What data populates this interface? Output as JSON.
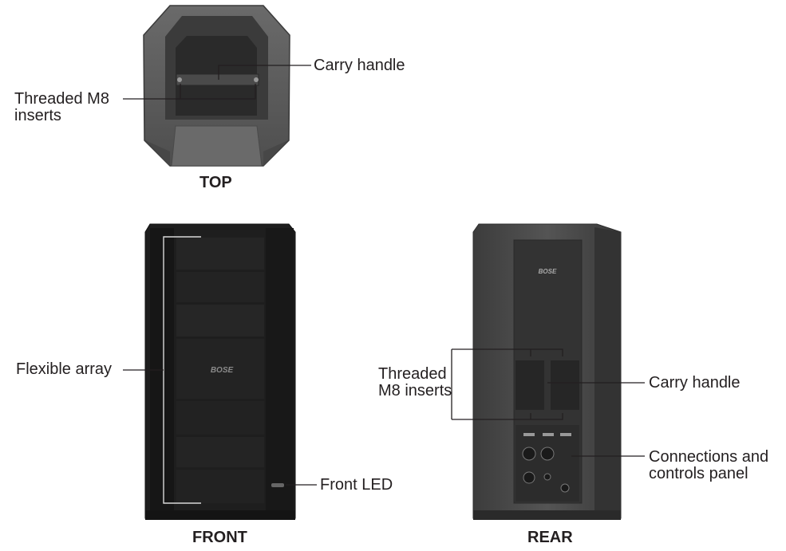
{
  "views": {
    "top": {
      "caption": "TOP",
      "labels": {
        "carry_handle": "Carry handle",
        "threaded_inserts_line1": "Threaded M8",
        "threaded_inserts_line2": "inserts"
      }
    },
    "front": {
      "caption": "FRONT",
      "logo": "BOSE",
      "labels": {
        "flexible_array": "Flexible array",
        "front_led": "Front LED"
      }
    },
    "rear": {
      "caption": "REAR",
      "logo": "BOSE",
      "labels": {
        "threaded_inserts_line1": "Threaded",
        "threaded_inserts_line2": "M8 inserts",
        "carry_handle": "Carry handle",
        "connections_line1": "Connections and",
        "connections_line2": "controls panel"
      }
    }
  },
  "colors": {
    "text": "#231f20",
    "leader_line": "#231f20",
    "top_body": "#5a5a5a",
    "front_body": "#1c1c1c",
    "rear_body": "#4a4a4a"
  }
}
